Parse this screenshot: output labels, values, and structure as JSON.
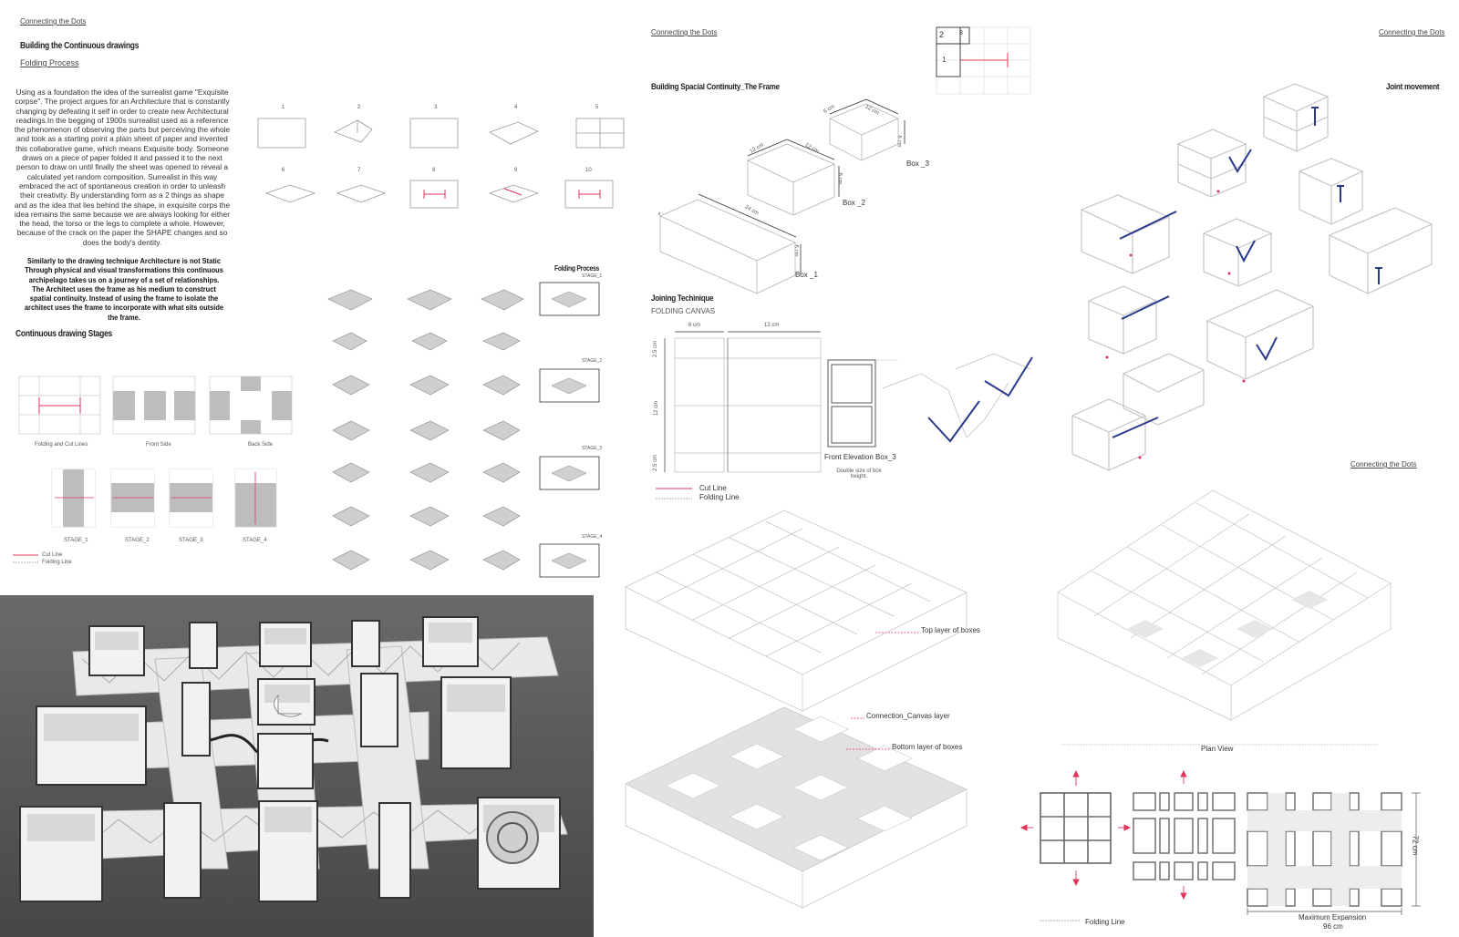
{
  "header": {
    "link_left": "Connecting the Dots",
    "link_middle": "Connecting the Dots",
    "link_right": "Connecting the Dots",
    "link_lower_right": "Connecting the Dots"
  },
  "left": {
    "title": "Building the Continuous drawings",
    "subtitle": "Folding Process",
    "intro": "Using as a foundation the idea of the surrealist game \"Exquisite corpse\". The project argues for an Architecture that is constantly changing by defeating it self in order to create new Architectural readings.In the begging of 1900s surrealist used as a reference the phenomenon of observing the parts but perceiving the whole and took as a starting point a plain sheet of paper and invented this collaborative game, which means Exquisite body. Someone draws on a piece of paper folded it and passed it to the next person to draw on until finally the sheet was opened to reveal a calculated yet random composition. Surrealist in this way embraced the act of spontaneous creation in order to unleash their creativity. By understanding form as a 2 things as shape and as the idea that lies behind the shape, in exquisite corps the idea remains the same because we are always looking for either the head, the torso or the legs to complete a whole. However, because of the crack on the paper the SHAPE changes and so does the body's dentity.",
    "bold_para": "Similarly to the drawing technique Architecture is not Static Through physical and visual transformations this continuous archipelago takes us on a journey of a set of relationships. The Architect uses the frame as his medium to construct spatial continuity. Instead of using the frame to isolate the architect uses the frame to incorporate with what sits outside the frame.",
    "stages_title": "Continuous drawing Stages",
    "step_numbers": [
      "1",
      "2",
      "3",
      "4",
      "5",
      "6",
      "7",
      "8",
      "9",
      "10"
    ],
    "stage_panels": [
      "Folding and Cut Lines",
      "Front Side",
      "Back Side"
    ],
    "stage_labels": [
      "STAGE_1",
      "STAGE_2",
      "STAGE_3",
      "STAGE_4"
    ],
    "legend": {
      "cut": "Cut Line",
      "fold": "Folding Line"
    },
    "folding_process_title": "Folding Process",
    "fp_stages": [
      "STAGE_1",
      "STAGE_2",
      "STAGE_3",
      "STAGE_4"
    ]
  },
  "middle": {
    "frame_title": "Building Spacial Continuity_The Frame",
    "grid_numbers": [
      "2",
      "3",
      "1"
    ],
    "box_labels": [
      "Box _3",
      "Box _2",
      "Box _1"
    ],
    "dims": [
      "6 cm",
      "12 cm",
      "6 cm",
      "12 cm",
      "12 cm",
      "6 cm",
      "24 cm",
      "6 cm"
    ],
    "joining_title": "Joining Techinique",
    "joining_sub": "FOLDING CANVAS",
    "joining_dims": [
      "6 cm",
      "12 cm",
      "2.5 cm",
      "12 cm",
      "2.5 cm"
    ],
    "front_elev": "Front Elevation Box_3",
    "double_size": "Double size of box height.",
    "legend": {
      "cut": "Cut Line",
      "fold": "Folding Line"
    },
    "callouts": [
      "Top layer of boxes",
      "Connection_Canvas layer",
      "Bottom layer of boxes"
    ]
  },
  "right": {
    "joint_title": "Joint movement",
    "plan_view": "Plan View",
    "dim_vertical": "72 cm",
    "max_exp": "Maximum Expansion",
    "max_exp_value": "96 cm",
    "folding_line": "Folding Line"
  },
  "colors": {
    "cut": "#e0355a",
    "joint": "#2a3a8c",
    "fold": "#999999",
    "photo_bg": "#5b5b5b"
  }
}
